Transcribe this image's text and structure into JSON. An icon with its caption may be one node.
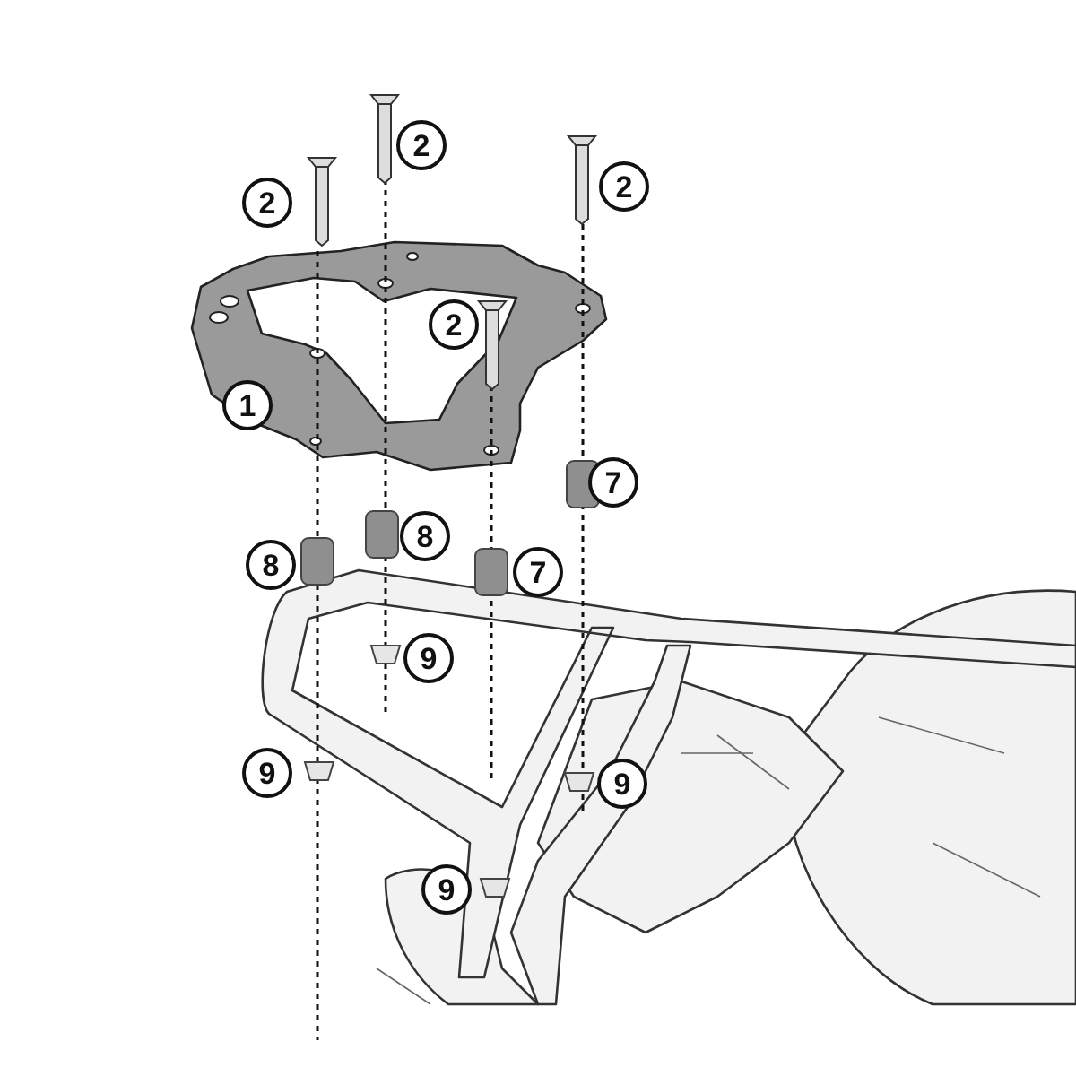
{
  "diagram": {
    "labels": [
      "2",
      "2",
      "2",
      "2",
      "1",
      "7",
      "8",
      "8",
      "7",
      "9",
      "9",
      "9",
      "9"
    ]
  }
}
